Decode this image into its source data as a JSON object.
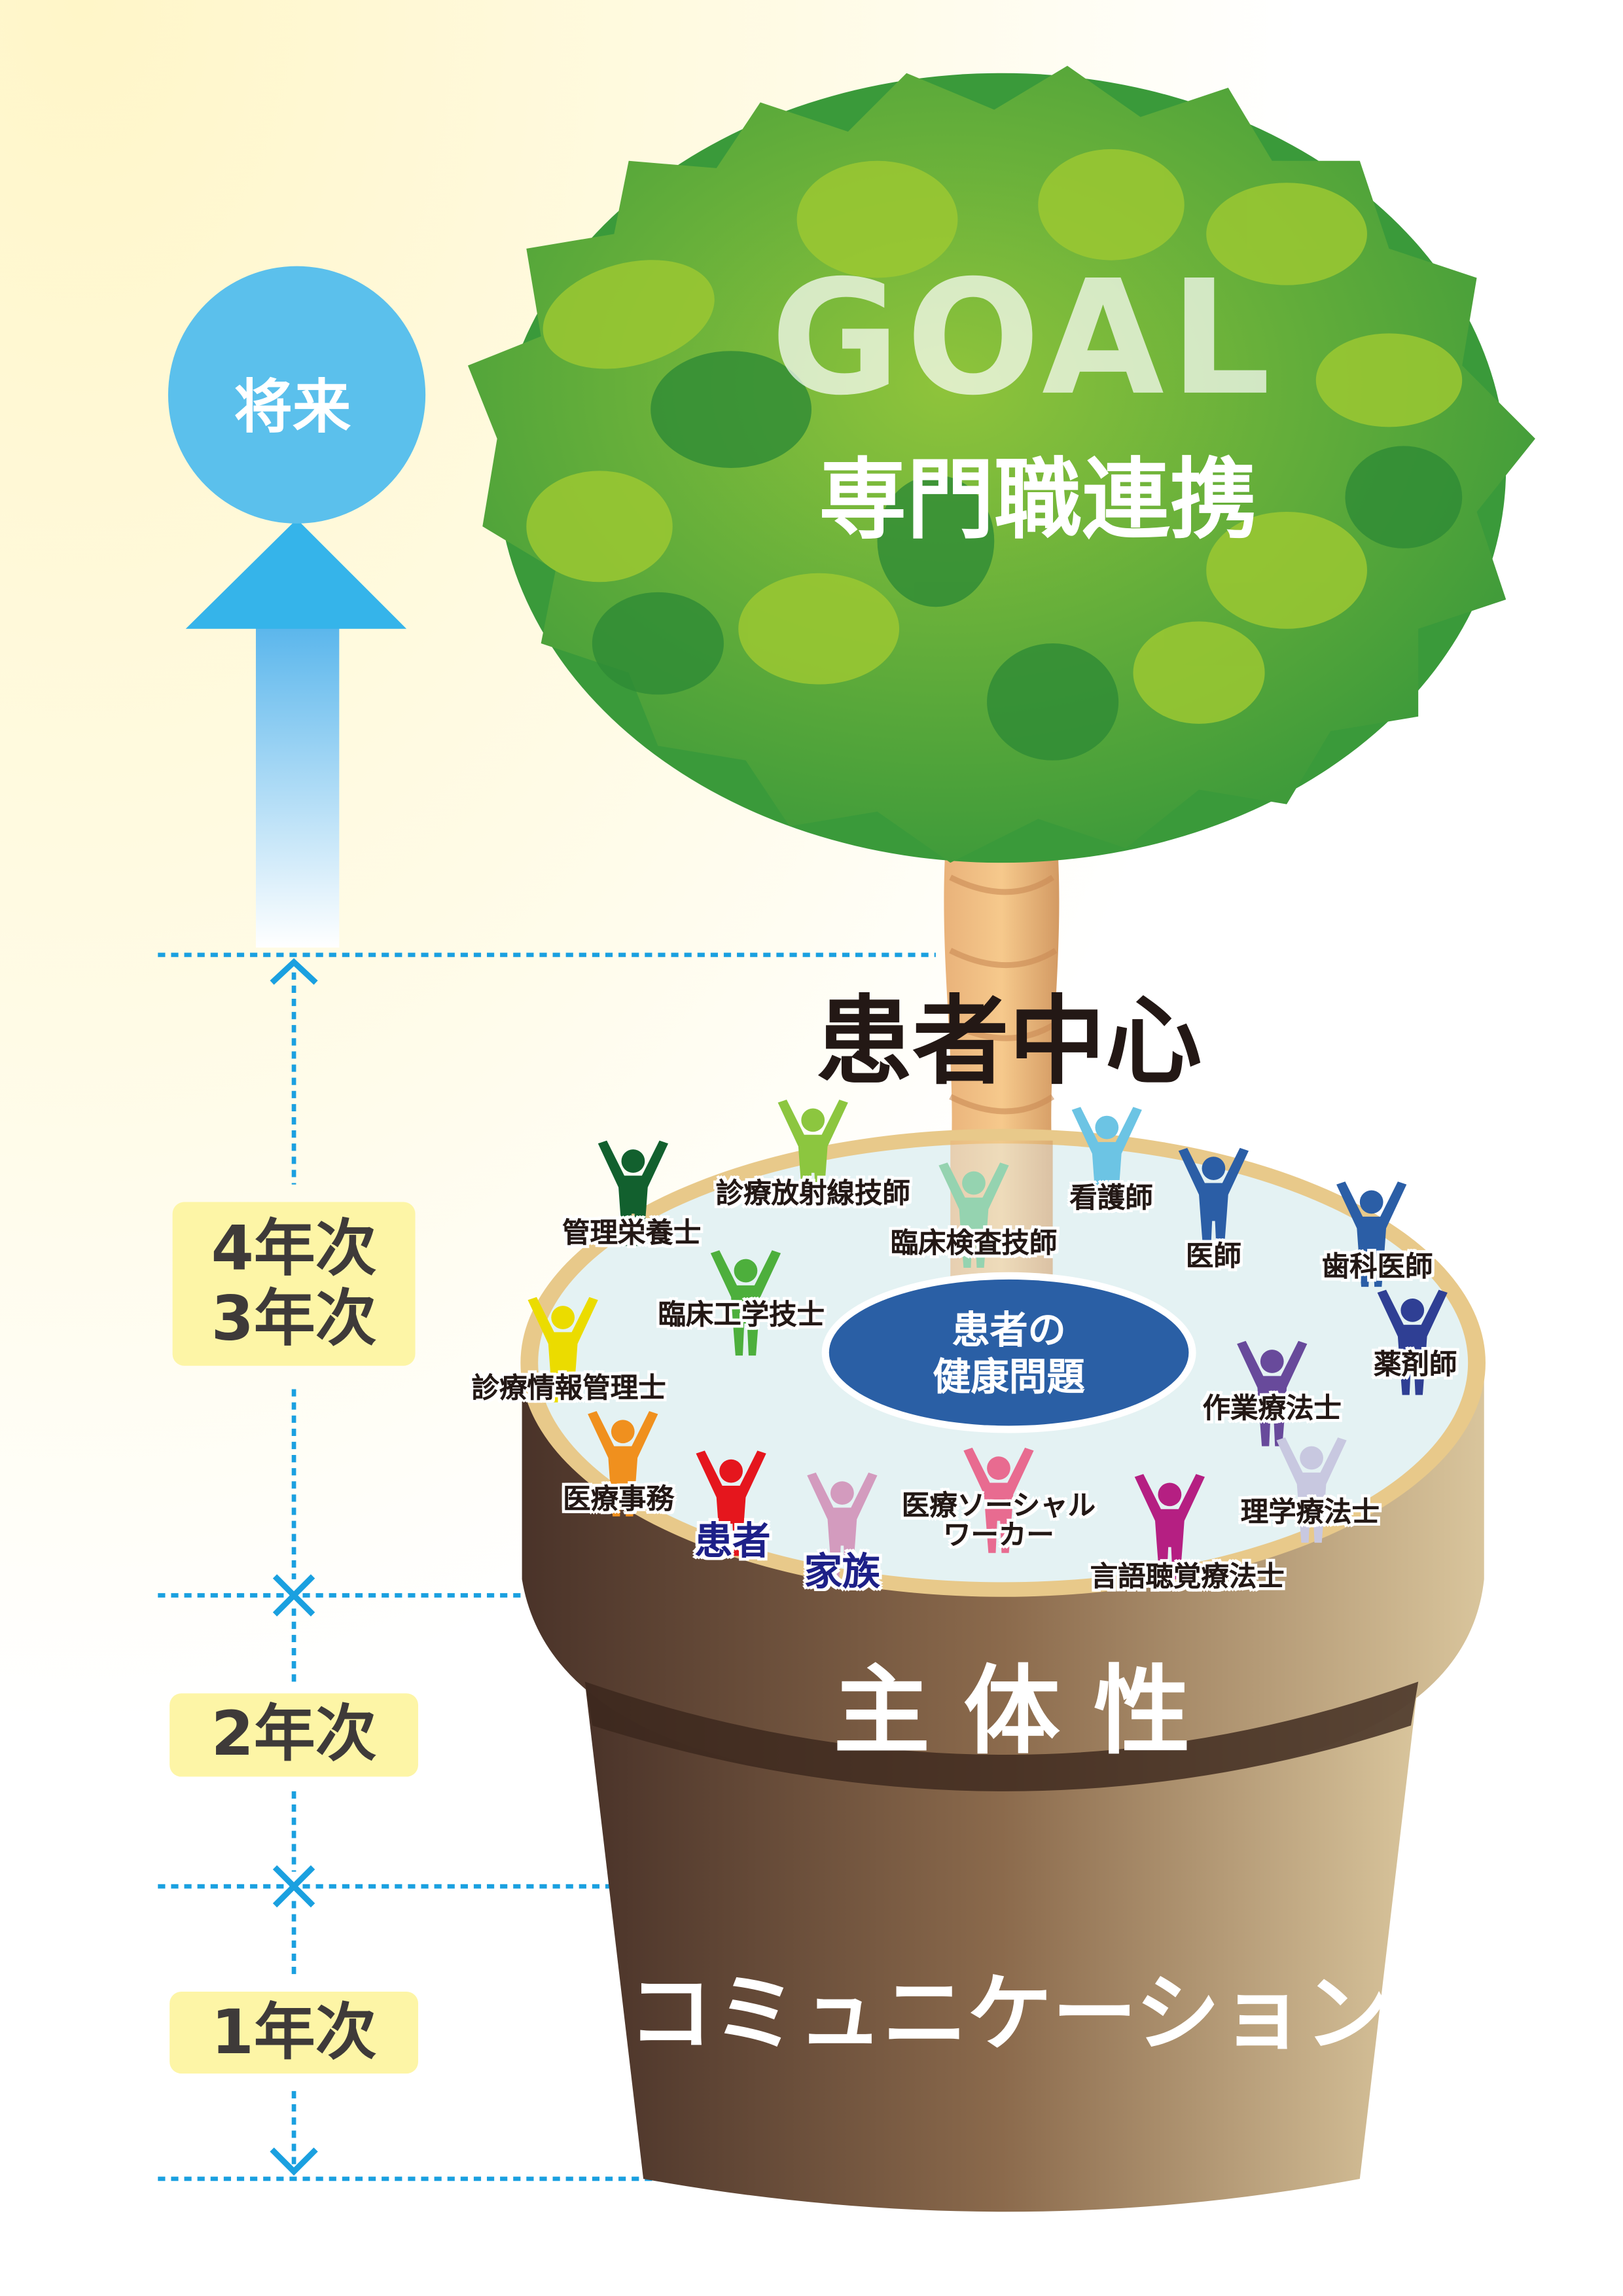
{
  "future": {
    "label": "将来",
    "color": "#5bc0ec"
  },
  "goal": {
    "title": "GOAL",
    "subtitle": "専門職連携"
  },
  "center_label": "患者中心",
  "core": {
    "line1": "患者の",
    "line2": "健康問題",
    "color": "#2a5fa5"
  },
  "pot": {
    "upper": "主 体 性",
    "lower": "コミュニケーション"
  },
  "years": [
    {
      "line1": "4年次",
      "line2": "3年次"
    },
    {
      "line1": "2年次"
    },
    {
      "line1": "1年次"
    }
  ],
  "people": [
    {
      "label": "管理栄養士",
      "color": "#12602e"
    },
    {
      "label": "診療放射線技師",
      "color": "#8cc63f"
    },
    {
      "label": "臨床検査技師",
      "color": "#95d3b0"
    },
    {
      "label": "看護師",
      "color": "#6cc4e4"
    },
    {
      "label": "医師",
      "color": "#2b5ea6"
    },
    {
      "label": "歯科医師",
      "color": "#2b5ea6"
    },
    {
      "label": "臨床工学技士",
      "color": "#4daf3c"
    },
    {
      "label": "薬剤師",
      "color": "#2f3f94"
    },
    {
      "label": "診療情報管理士",
      "color": "#ebdc00"
    },
    {
      "label": "作業療法士",
      "color": "#684a9b"
    },
    {
      "label": "医療事務",
      "color": "#f0901e"
    },
    {
      "label": "患者",
      "color": "#e5161d"
    },
    {
      "label": "家族",
      "color": "#d39bbe"
    },
    {
      "label": "医療ソーシャル",
      "label2": "ワーカー",
      "color": "#e86b90"
    },
    {
      "label": "理学療法士",
      "color": "#c8c8e0"
    },
    {
      "label": "言語聴覚療法士",
      "color": "#b51f82"
    }
  ]
}
